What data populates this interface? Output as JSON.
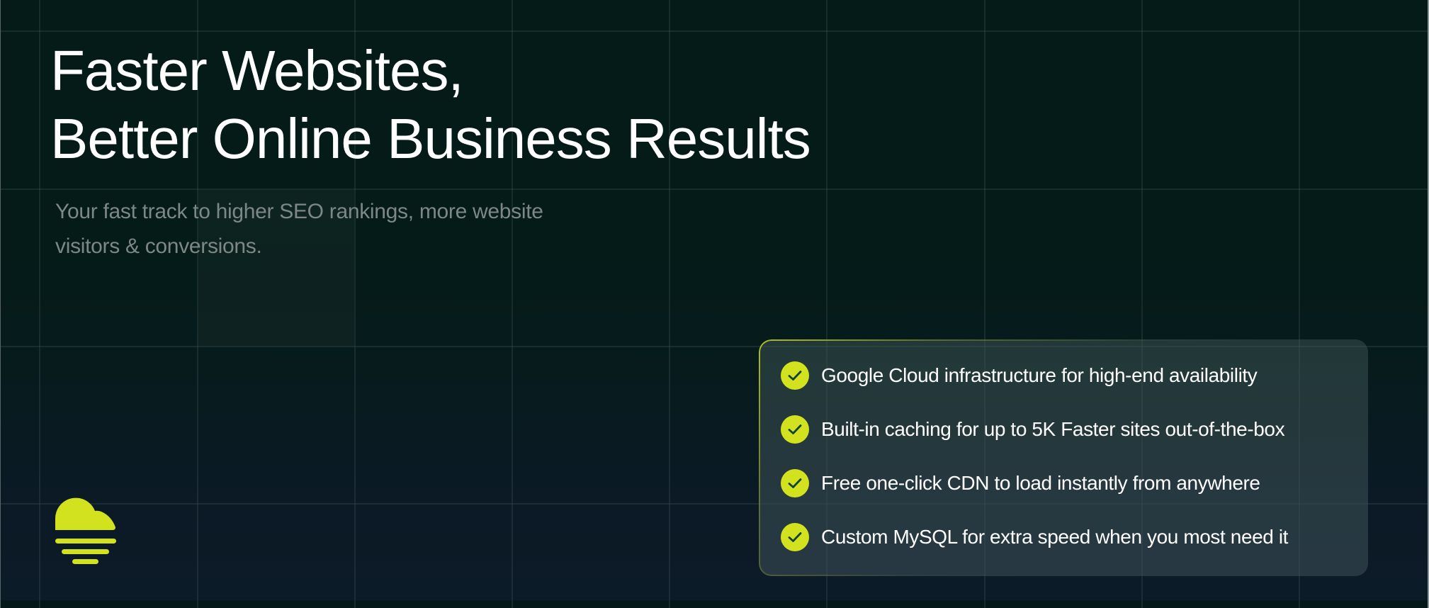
{
  "hero": {
    "headline": {
      "line1": "Faster Websites,",
      "line2": "Better Online Business Results"
    },
    "subtitle": {
      "line1": "Your fast track to higher SEO rankings, more website",
      "line2": "visitors & conversions."
    }
  },
  "features": {
    "items": [
      {
        "icon": "check-circle-icon",
        "label": "Google Cloud infrastructure for high-end availability"
      },
      {
        "icon": "check-circle-icon",
        "label": "Built-in caching for up to 5K Faster sites out-of-the-box"
      },
      {
        "icon": "check-circle-icon",
        "label": "Free one-click CDN to load instantly from anywhere"
      },
      {
        "icon": "check-circle-icon",
        "label": "Custom MySQL for extra speed when you most need it"
      }
    ]
  },
  "brand": {
    "logo_icon": "cloud-sun-logo-icon",
    "accent_color": "#d3e21f",
    "check_color": "#124139",
    "background_color": "#041b18"
  }
}
